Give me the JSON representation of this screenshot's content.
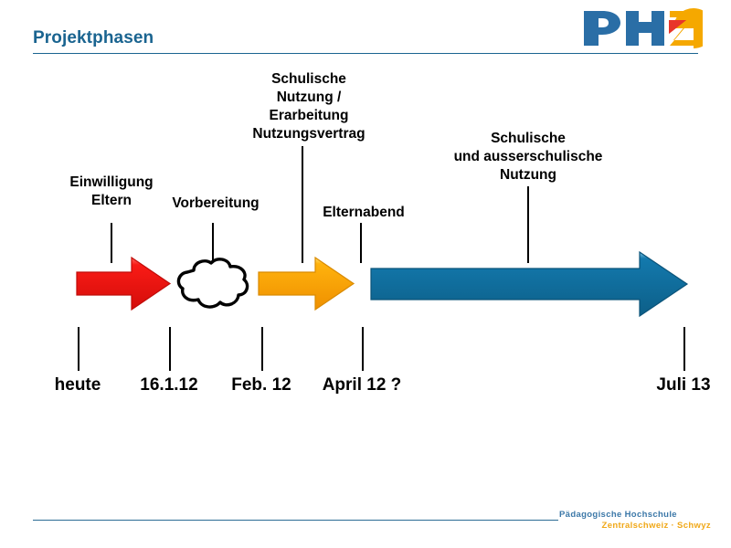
{
  "slide": {
    "title": "Projektphasen",
    "title_color": "#1a6490",
    "background": "#ffffff"
  },
  "logo": {
    "name": "PHZ",
    "blue": "#2a6ea6",
    "orange": "#f5a800",
    "red": "#e8352a"
  },
  "footer": {
    "line1": "Pädagogische Hochschule",
    "line2": "Zentralschweiz · Schwyz",
    "line1_color": "#3c78a8",
    "line2_color": "#f0a818"
  },
  "timeline": {
    "phases": [
      {
        "key": "einwilligung",
        "shape": "arrow",
        "color": "#ed1c24",
        "label": "Einwilligung\nEltern"
      },
      {
        "key": "vorbereitung",
        "shape": "cloud",
        "color": "#ffffff",
        "label": "Vorbereitung"
      },
      {
        "key": "schulische-nutzung-erarbeitung",
        "shape": "arrow",
        "color": "#ffa808",
        "label": "Schulische\nNutzung /\nErarbeitung\nNutzungsvertrag"
      },
      {
        "key": "elternabend",
        "shape": "marker",
        "color": "#000000",
        "label": "Elternabend"
      },
      {
        "key": "schulische-ausserschulische-nutzung",
        "shape": "arrow",
        "color": "#11709e",
        "label": "Schulische\nund ausserschulische\nNutzung"
      }
    ],
    "axis_labels": [
      "heute",
      "16.1.12",
      "Feb. 12",
      "April 12 ?",
      "Juli 13"
    ]
  }
}
